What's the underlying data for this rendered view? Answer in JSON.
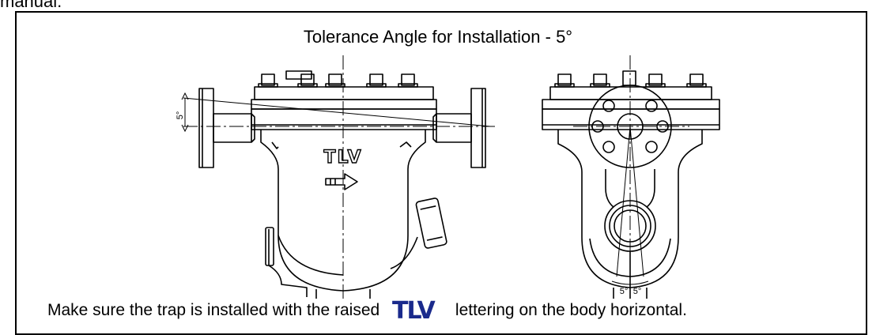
{
  "header": {
    "fragment": "manual."
  },
  "figure": {
    "title": "Tolerance Angle for Installation - 5°",
    "front_view": {
      "logo_text": "TLV",
      "angle_label": "5°"
    },
    "side_view": {
      "angle_left": "5°",
      "angle_right": "5°"
    }
  },
  "caption": {
    "before": "Make sure the trap is installed with the raised",
    "logo_text": "TLV",
    "after": "lettering on the body horizontal."
  },
  "colors": {
    "logo_blue": "#1a2a8c",
    "line": "#000000"
  }
}
